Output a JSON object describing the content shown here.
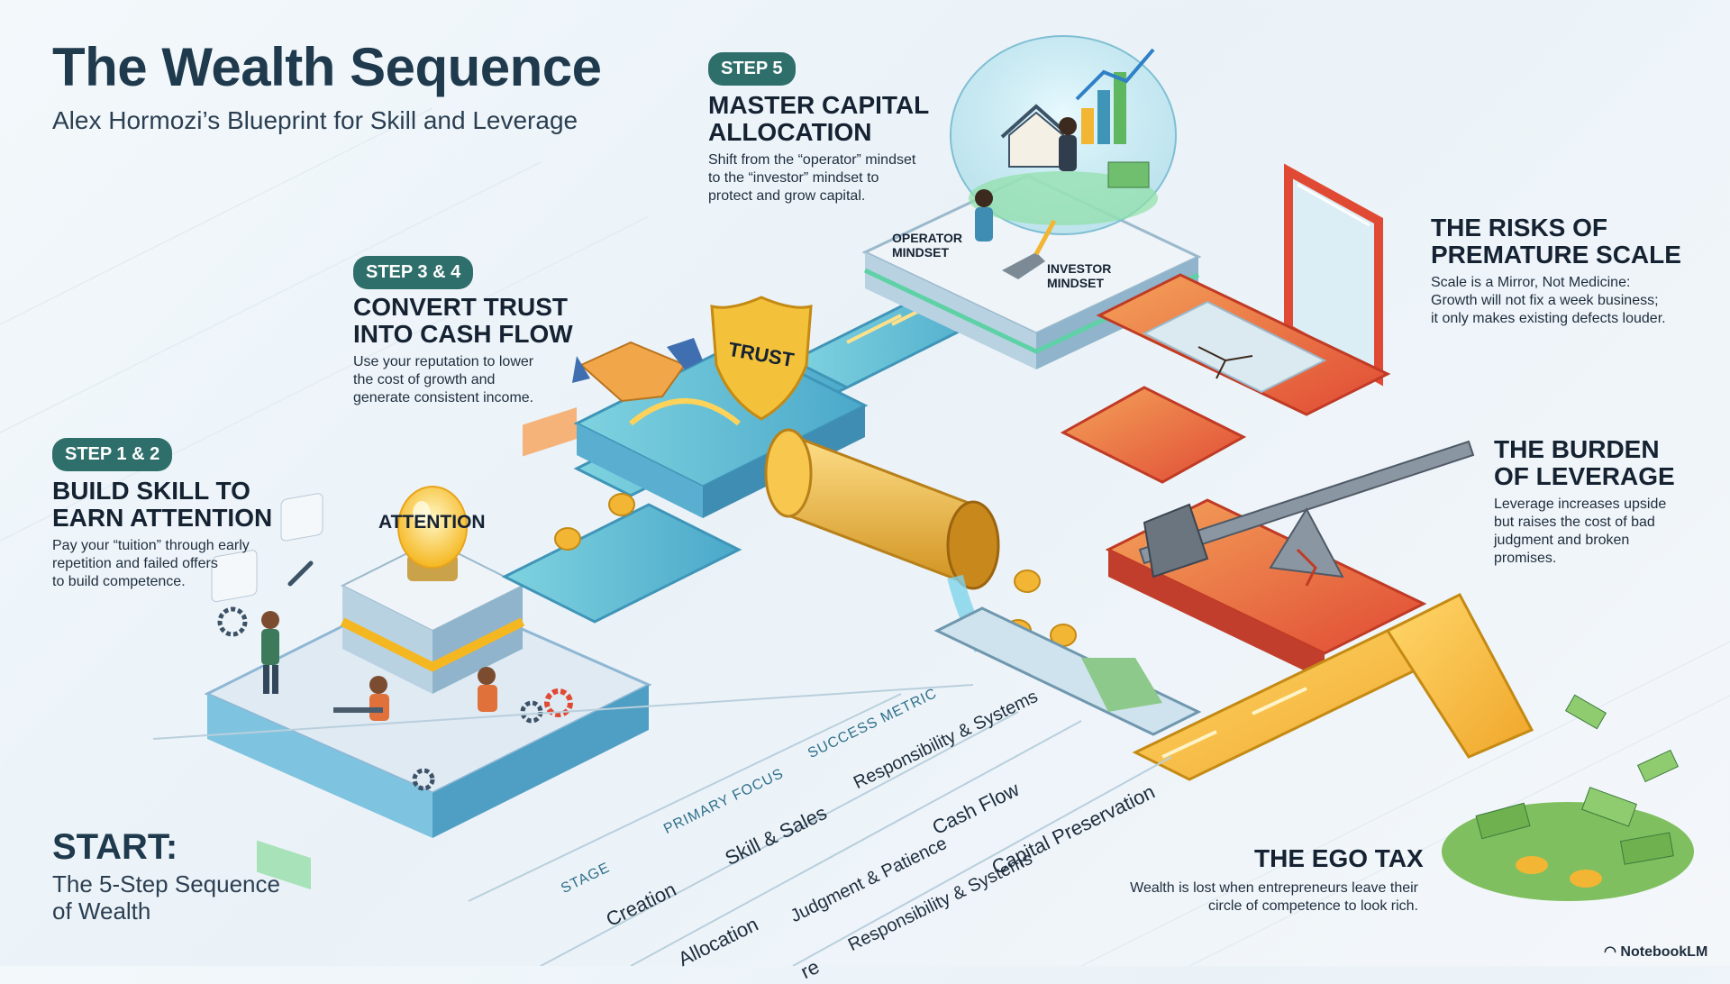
{
  "title": "The Wealth Sequence",
  "subtitle": "Alex Hormozi’s Blueprint for Skill and Leverage",
  "steps": [
    {
      "badge": "STEP 1 & 2",
      "heading_line1": "BUILD SKILL TO",
      "heading_line2": "EARN ATTENTION",
      "body_lines": [
        "Pay your “tuition” through early",
        "repetition and failed offers",
        "to build competence."
      ]
    },
    {
      "badge": "STEP 3 & 4",
      "heading_line1": "CONVERT TRUST",
      "heading_line2": "INTO CASH FLOW",
      "body_lines": [
        "Use your reputation to lower",
        "the cost of growth and",
        "generate consistent income."
      ]
    },
    {
      "badge": "STEP 5",
      "heading_line1": "MASTER CAPITAL",
      "heading_line2": "ALLOCATION",
      "body_lines": [
        "Shift from the “operator” mindset",
        "to the “investor” mindset to",
        "protect and grow capital."
      ]
    }
  ],
  "risks": [
    {
      "heading_line1": "THE RISKS OF",
      "heading_line2": "PREMATURE SCALE",
      "body_lines": [
        "Scale is a Mirror, Not Medicine:",
        "Growth will not fix a week business;",
        "it only makes existing defects louder."
      ]
    },
    {
      "heading_line1": "THE BURDEN",
      "heading_line2": "OF LEVERAGE",
      "body_lines": [
        "Leverage increases upside",
        "but raises the cost of bad",
        "judgment and broken",
        "promises."
      ]
    },
    {
      "heading_line1": "THE EGO TAX",
      "heading_line2": "",
      "body_lines": [
        "Wealth is lost when entrepreneurs leave their",
        "circle of competence to look rich."
      ]
    }
  ],
  "labels": {
    "attention": "ATTENTION",
    "trust": "TRUST",
    "operator_line1": "OPERATOR",
    "operator_line2": "MINDSET",
    "investor_line1": "INVESTOR",
    "investor_line2": "MINDSET"
  },
  "start": {
    "heading": "START:",
    "line1": "The 5-Step Sequence",
    "line2": "of Wealth"
  },
  "table": {
    "headers": [
      "STAGE",
      "PRIMARY FOCUS",
      "SUCCESS METRIC"
    ],
    "cells": [
      "Creation",
      "Skill & Sales",
      "Responsibility & Systems",
      "Cash Flow",
      "Judgment & Patience",
      "Capital Preservation",
      "Allocation",
      "Responsibility & Systems",
      "re"
    ]
  },
  "brand": "NotebookLM",
  "colors": {
    "badge": "#2f6f6b",
    "title": "#1f3a4d",
    "gold": "#f2b534",
    "risk_red": "#e2553b",
    "path_teal": "#5cc6c0"
  }
}
